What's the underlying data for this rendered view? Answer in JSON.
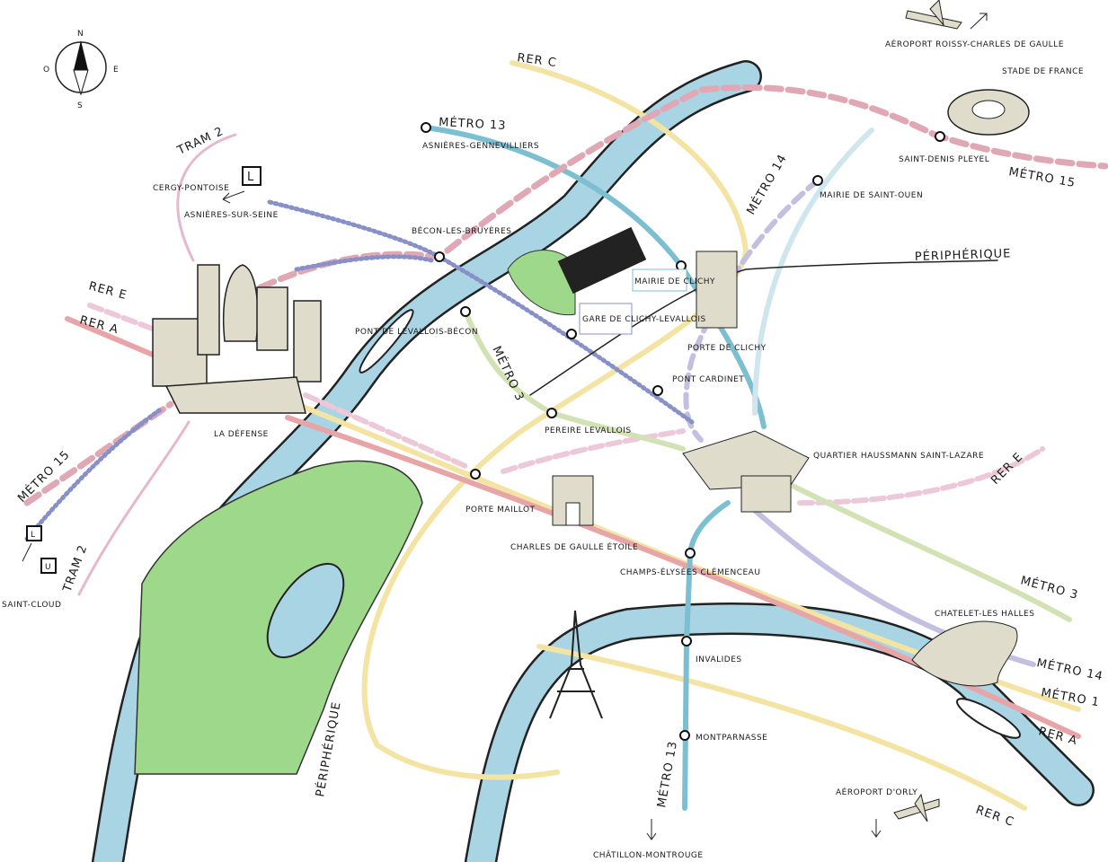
{
  "colors": {
    "river": "#a9d4e4",
    "park": "#9ed88a",
    "rer_a": "#e8a5a8",
    "rer_c": "#f3e4a4",
    "rer_e": "#ecc8d8",
    "metro_13": "#7cbfd1",
    "metro_14": "#c3bfe0",
    "metro_15": "#e0a8b5",
    "metro_3": "#d3e2b4",
    "metro_1": "#f3e4a4",
    "tram_2": "#e6b8cc",
    "line_l": "#8890c8"
  },
  "compass": {
    "n": "N",
    "s": "S",
    "e": "E",
    "o": "O"
  },
  "lines": {
    "rer_c_top": "RER C",
    "rer_c_bottom": "RER C",
    "rer_e_left": "RER E",
    "rer_e_right": "RER E",
    "rer_a_left": "RER A",
    "rer_a_right": "RER A",
    "metro_13_top": "MÉTRO 13",
    "metro_13_bottom": "MÉTRO 13",
    "metro_14_top": "MÉTRO 14",
    "metro_14_right": "MÉTRO 14",
    "metro_15_right": "MÉTRO 15",
    "metro_15_left": "MÉTRO 15",
    "metro_3_mid": "MÉTRO 3",
    "metro_3_right": "MÉTRO 3",
    "metro_1_right": "MÉTRO 1",
    "tram_2_top": "TRAM 2",
    "tram_2_bottom": "TRAM 2",
    "line_l_top": "L",
    "line_l_bottom": "L",
    "line_u": "U",
    "peripherique_top": "PÉRIPHÉRIQUE",
    "peripherique_bottom": "PÉRIPHÉRIQUE"
  },
  "places": {
    "roissy": "AÉROPORT ROISSY-CHARLES DE GAULLE",
    "stade": "STADE DE FRANCE",
    "saint_denis": "SAINT-DENIS PLEYEL",
    "asnieres_gennevilliers": "ASNIÈRES-GENNEVILLIERS",
    "cergy": "CERGY-PONTOISE",
    "asnieres_seine": "ASNIÈRES-SUR-SEINE",
    "becon": "BÉCON-LES-BRUYÈRES",
    "mairie_clichy": "MAIRIE DE CLICHY",
    "gare_clichy": "GARE DE CLICHY-LEVALLOIS",
    "pont_levallois": "PONT DE LEVALLOIS-BÉCON",
    "mairie_saint_ouen": "MAIRIE DE SAINT-OUEN",
    "porte_clichy": "PORTE DE CLICHY",
    "pont_cardinet": "PONT CARDINET",
    "la_defense": "LA DÉFENSE",
    "pereire": "PEREIRE LEVALLOIS",
    "saint_lazare": "QUARTIER HAUSSMANN SAINT-LAZARE",
    "porte_maillot": "PORTE MAILLOT",
    "etoile": "CHARLES DE GAULLE ÉTOILE",
    "champs": "CHAMPS-ÉLYSÉES CLÉMENCEAU",
    "chatelet": "CHATELET-LES HALLES",
    "invalides": "INVALIDES",
    "montparnasse": "MONTPARNASSE",
    "chatillon": "CHÂTILLON-MONTROUGE",
    "orly": "AÉROPORT D'ORLY",
    "saint_cloud": "SAINT-CLOUD"
  }
}
